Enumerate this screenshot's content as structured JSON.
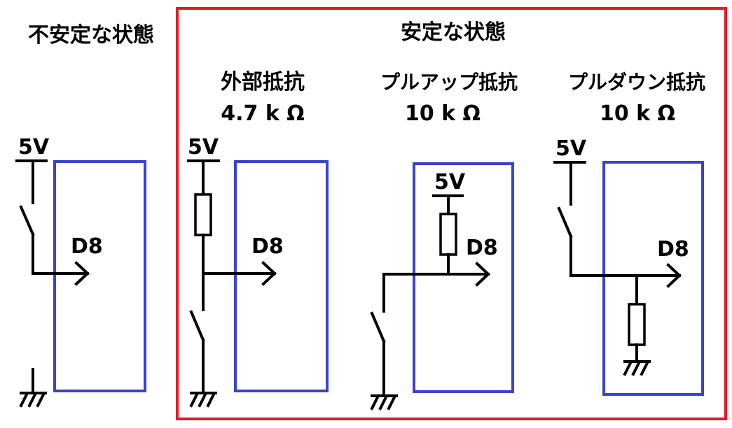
{
  "titles": {
    "unstable": "不安定な状態",
    "stable": "安定な状態"
  },
  "circuits": {
    "external": {
      "name": "外部抵抗",
      "value": "4.7 k Ω"
    },
    "pullup": {
      "name": "プルアップ抵抗",
      "value": "10 k Ω"
    },
    "pulldown": {
      "name": "プルダウン抵抗",
      "value": "10 k Ω"
    }
  },
  "labels": {
    "supply": "5V",
    "pin": "D8"
  },
  "colors": {
    "stable_frame": "#e01b2b",
    "pin_box": "#3b43c9",
    "wire": "#000000"
  }
}
